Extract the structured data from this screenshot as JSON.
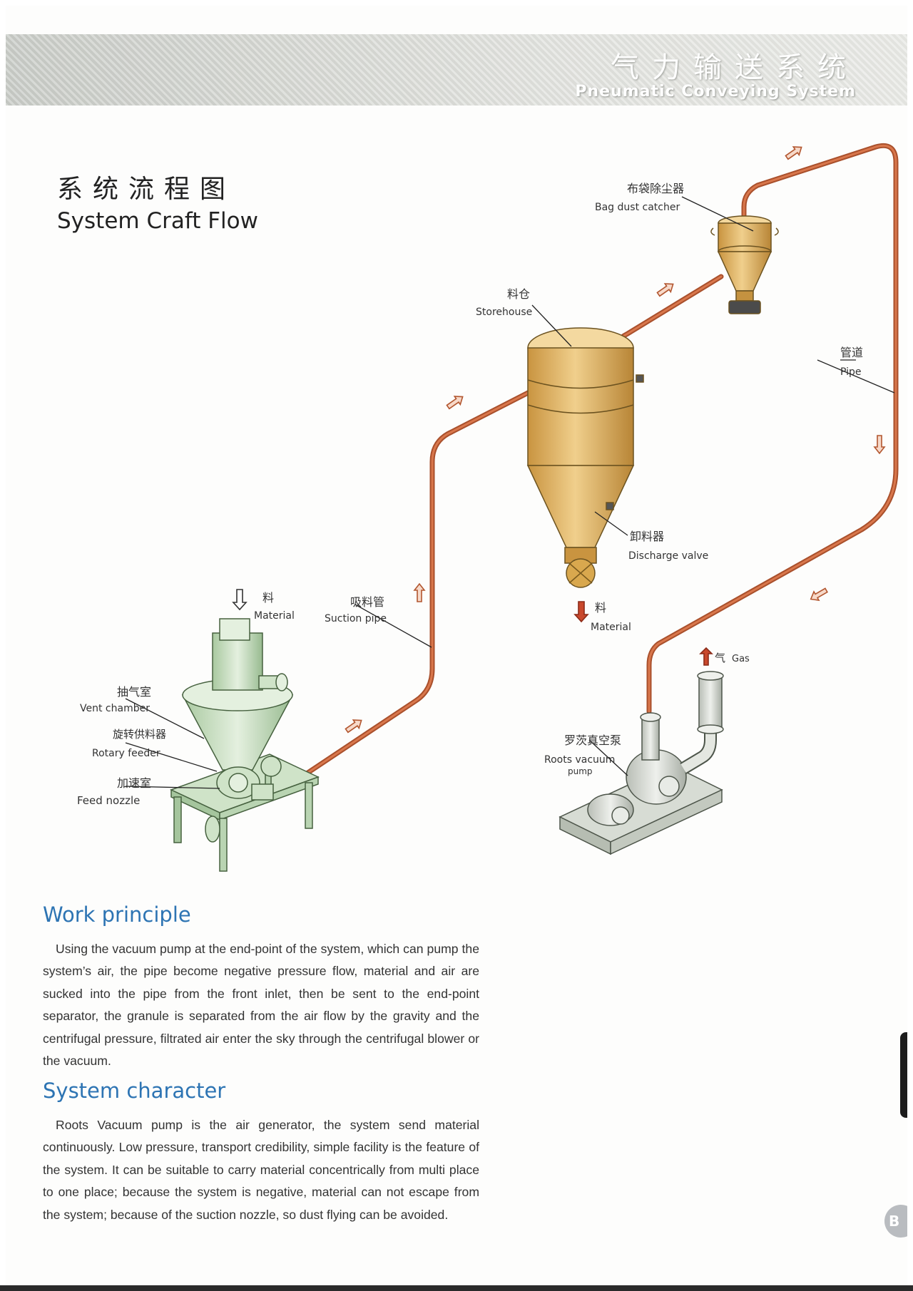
{
  "header": {
    "title_cn": "气力输送系统",
    "title_en": "Pneumatic Conveying System"
  },
  "flow": {
    "title_cn": "系统流程图",
    "title_en": "System Craft Flow"
  },
  "labels": {
    "bag_dust_cn": "布袋除尘器",
    "bag_dust_en": "Bag dust catcher",
    "storehouse_cn": "料仓",
    "storehouse_en": "Storehouse",
    "pipe_cn": "管道",
    "pipe_en": "Pipe",
    "discharge_cn": "卸料器",
    "discharge_en": "Discharge valve",
    "material_out_cn": "料",
    "material_out_en": "Material",
    "material_in_cn": "料",
    "material_in_en": "Material",
    "suction_cn": "吸料管",
    "suction_en": "Suction pipe",
    "gas_cn": "气",
    "gas_en": "Gas",
    "vent_cn": "抽气室",
    "vent_en": "Vent chamber",
    "rotary_cn": "旋转供料器",
    "rotary_en": "Rotary feeder",
    "nozzle_cn": "加速室",
    "nozzle_en": "Feed nozzle",
    "roots_cn": "罗茨真空泵",
    "roots_en_1": "Roots vacuum",
    "roots_en_2": "pump"
  },
  "work_principle": {
    "heading": "Work principle",
    "text": "Using the vacuum pump at the end-point of the system, which can pump the system’s air, the pipe become negative pressure flow, material and air are sucked into the pipe from the front inlet, then be sent to the end-point separator, the granule is separated from the air flow by the gravity and the centrifugal pressure, filtrated air enter the sky through the centrifugal blower or the vacuum."
  },
  "system_character": {
    "heading": "System character",
    "text": "Roots Vacuum pump is the air generator, the system send material continuously. Low pressure, transport credibility, simple facility is the feature of the system. It can be suitable to carry material concentrically from multi place to one place; because the system is negative, material can not escape from the system; because of the suction nozzle, so dust flying can be avoided."
  },
  "page_mark": "B",
  "colors": {
    "pipe": "#c9673f",
    "tank": "#e2b567",
    "feeder": "#cfe3c8",
    "pump": "#d7dcd4",
    "heading_blue": "#2d74b3",
    "arrow": "#c9673f"
  }
}
